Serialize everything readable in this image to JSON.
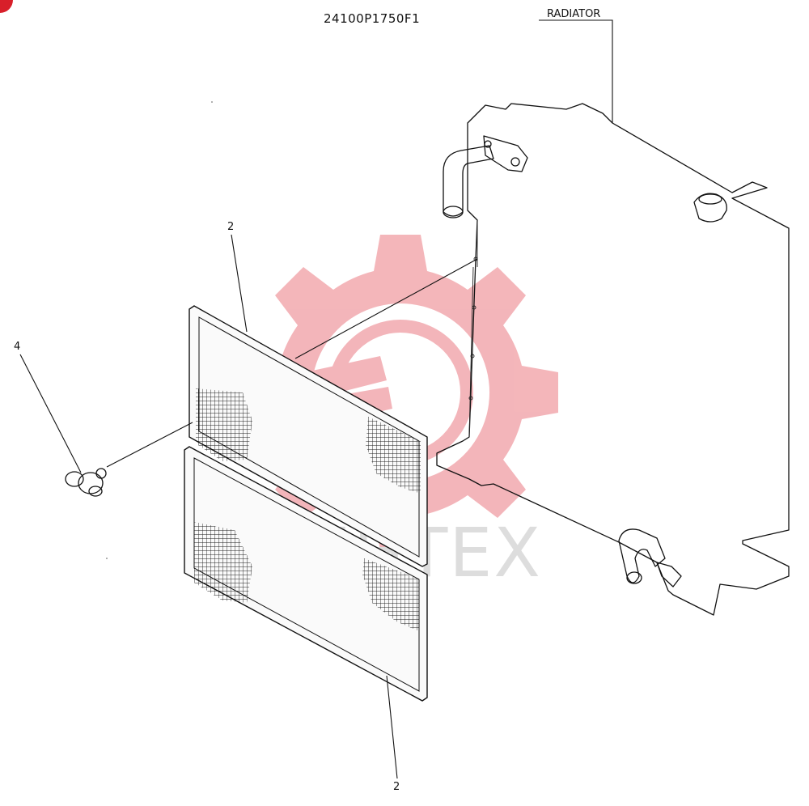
{
  "drawing": {
    "number": "24100P1750F1",
    "assembly_label": "RADIATOR",
    "callouts": [
      {
        "id": "upper-grille",
        "text": "2"
      },
      {
        "id": "fastener",
        "text": "4"
      },
      {
        "id": "lower-grille",
        "text": "2"
      }
    ]
  },
  "watermark": {
    "text": "ИНТЕХ",
    "color": "#f2a9ae"
  },
  "badge": {
    "color": "#d81f2a"
  }
}
